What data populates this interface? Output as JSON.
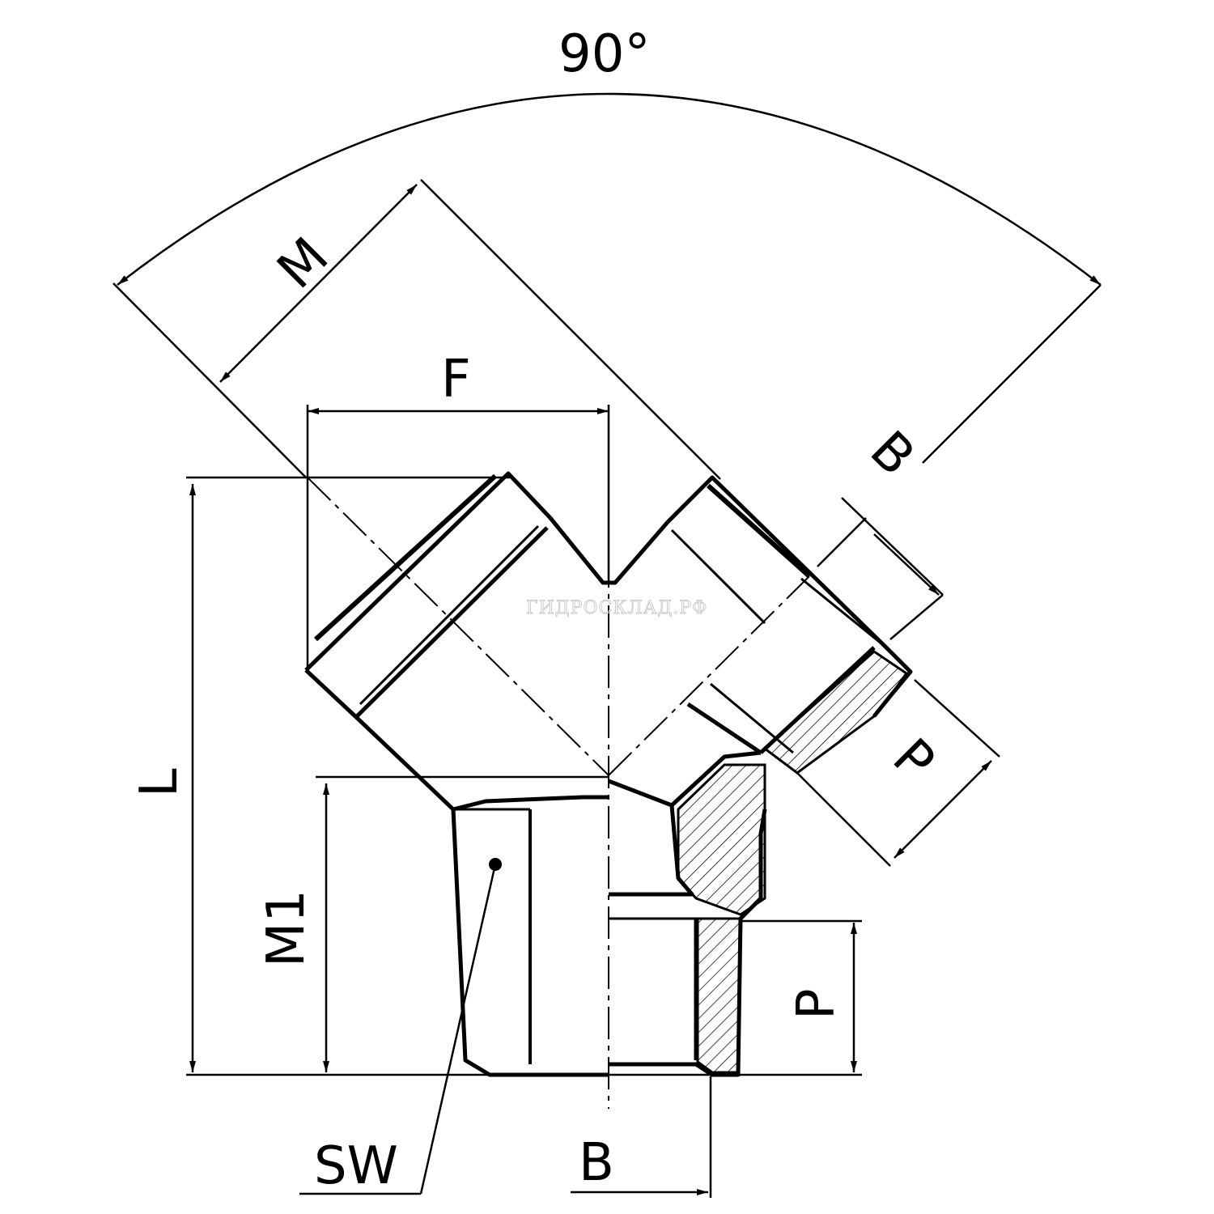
{
  "drawing": {
    "angle_label": "90°",
    "labels": {
      "M": "M",
      "F": "F",
      "B_angled": "B",
      "P_angled": "P",
      "L": "L",
      "M1": "M1",
      "P_vertical": "P",
      "SW": "SW",
      "B_bottom": "B"
    },
    "watermark": "ГИДРОСКЛАД.РФ",
    "colors": {
      "line": "#000000",
      "background": "#ffffff"
    }
  }
}
